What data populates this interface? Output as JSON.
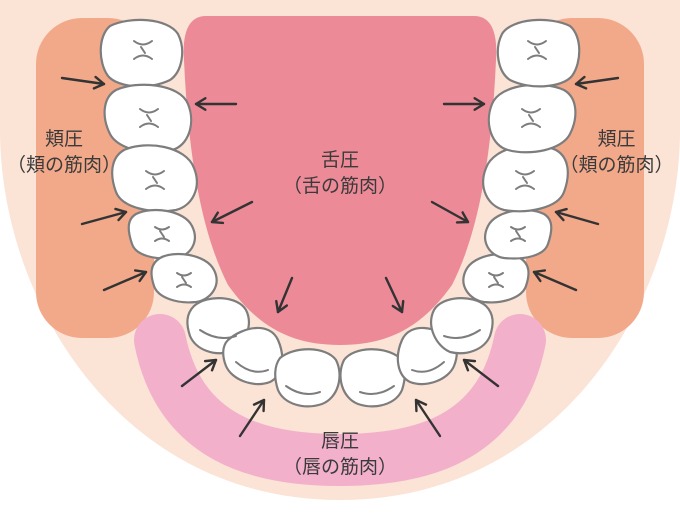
{
  "labels": {
    "tongue_title": "舌圧",
    "tongue_sub": "（舌の筋肉）",
    "cheek_left_title": "頬圧",
    "cheek_left_sub": "（頬の筋肉）",
    "cheek_right_title": "頬圧",
    "cheek_right_sub": "（頬の筋肉）",
    "lip_title": "唇圧",
    "lip_sub": "（唇の筋肉）"
  },
  "colors": {
    "gum": "#fbe3d6",
    "tongue": "#ec8a98",
    "cheek_muscle": "#f2a98a",
    "lip_muscle": "#f2b0cb",
    "tooth_fill": "#ffffff",
    "tooth_outline": "#7d7d7d",
    "arrow": "#333333"
  }
}
